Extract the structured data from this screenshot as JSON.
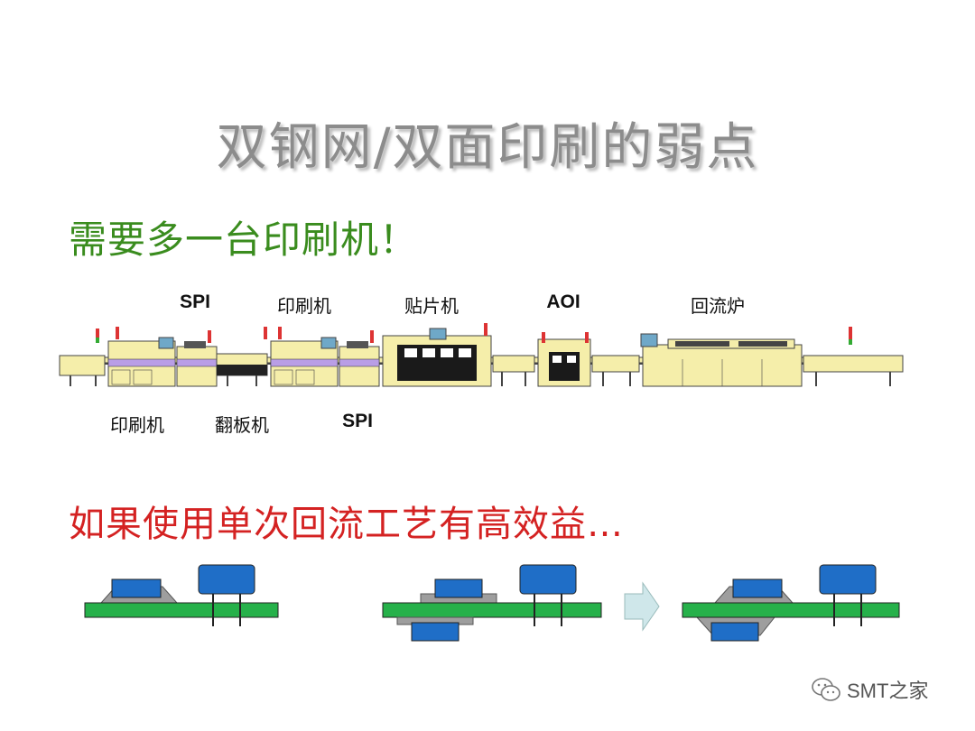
{
  "title": "双钢网/双面印刷的弱点",
  "subtitle_green": "需要多一台印刷机！",
  "subtitle_red": "如果使用单次回流工艺有高效益…",
  "line_labels_top": [
    "SPI",
    "印刷机",
    "贴片机",
    "AOI",
    "回流炉"
  ],
  "line_labels_bottom": [
    "印刷机",
    "翻板机",
    "SPI"
  ],
  "watermark": "SMT之家",
  "colors": {
    "title": "#8c8c8c",
    "green_text": "#3a8c1e",
    "red_text": "#d42222",
    "machine": "#f5eeaa",
    "pcb": "#26b14a",
    "component": "#1f6ec7",
    "solder": "#9e9e9e",
    "arrow": "#cfe7ea"
  },
  "icons": [
    "wechat-icon",
    "process-arrow-icon"
  ]
}
